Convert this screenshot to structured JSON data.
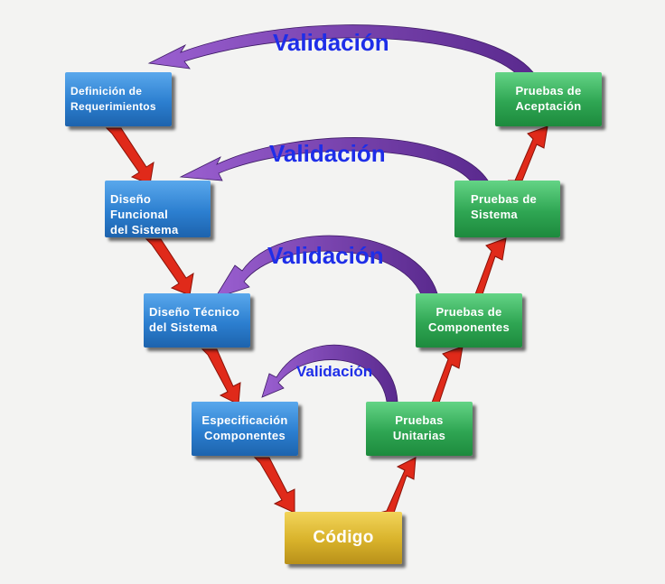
{
  "validation_label": "Validación",
  "left_side": [
    {
      "label": "Definición de\nRequerimientos"
    },
    {
      "label": "Diseño Funcional\ndel Sistema"
    },
    {
      "label": "Diseño Técnico\ndel Sistema"
    },
    {
      "label": "Especificación\nComponentes"
    }
  ],
  "bottom": {
    "label": "Código"
  },
  "right_side": [
    {
      "label": "Pruebas\nUnitarias"
    },
    {
      "label": "Pruebas de\nComponentes"
    },
    {
      "label": "Pruebas de\nSistema"
    },
    {
      "label": "Pruebas de\nAceptación"
    }
  ],
  "colors": {
    "design": "#2c7fd0",
    "testing": "#2fa653",
    "code": "#d8b22a",
    "flow_arrow": "#e02a1a",
    "validation_arrow": "#7b3fb0",
    "validation_text": "#1e2ee8"
  }
}
